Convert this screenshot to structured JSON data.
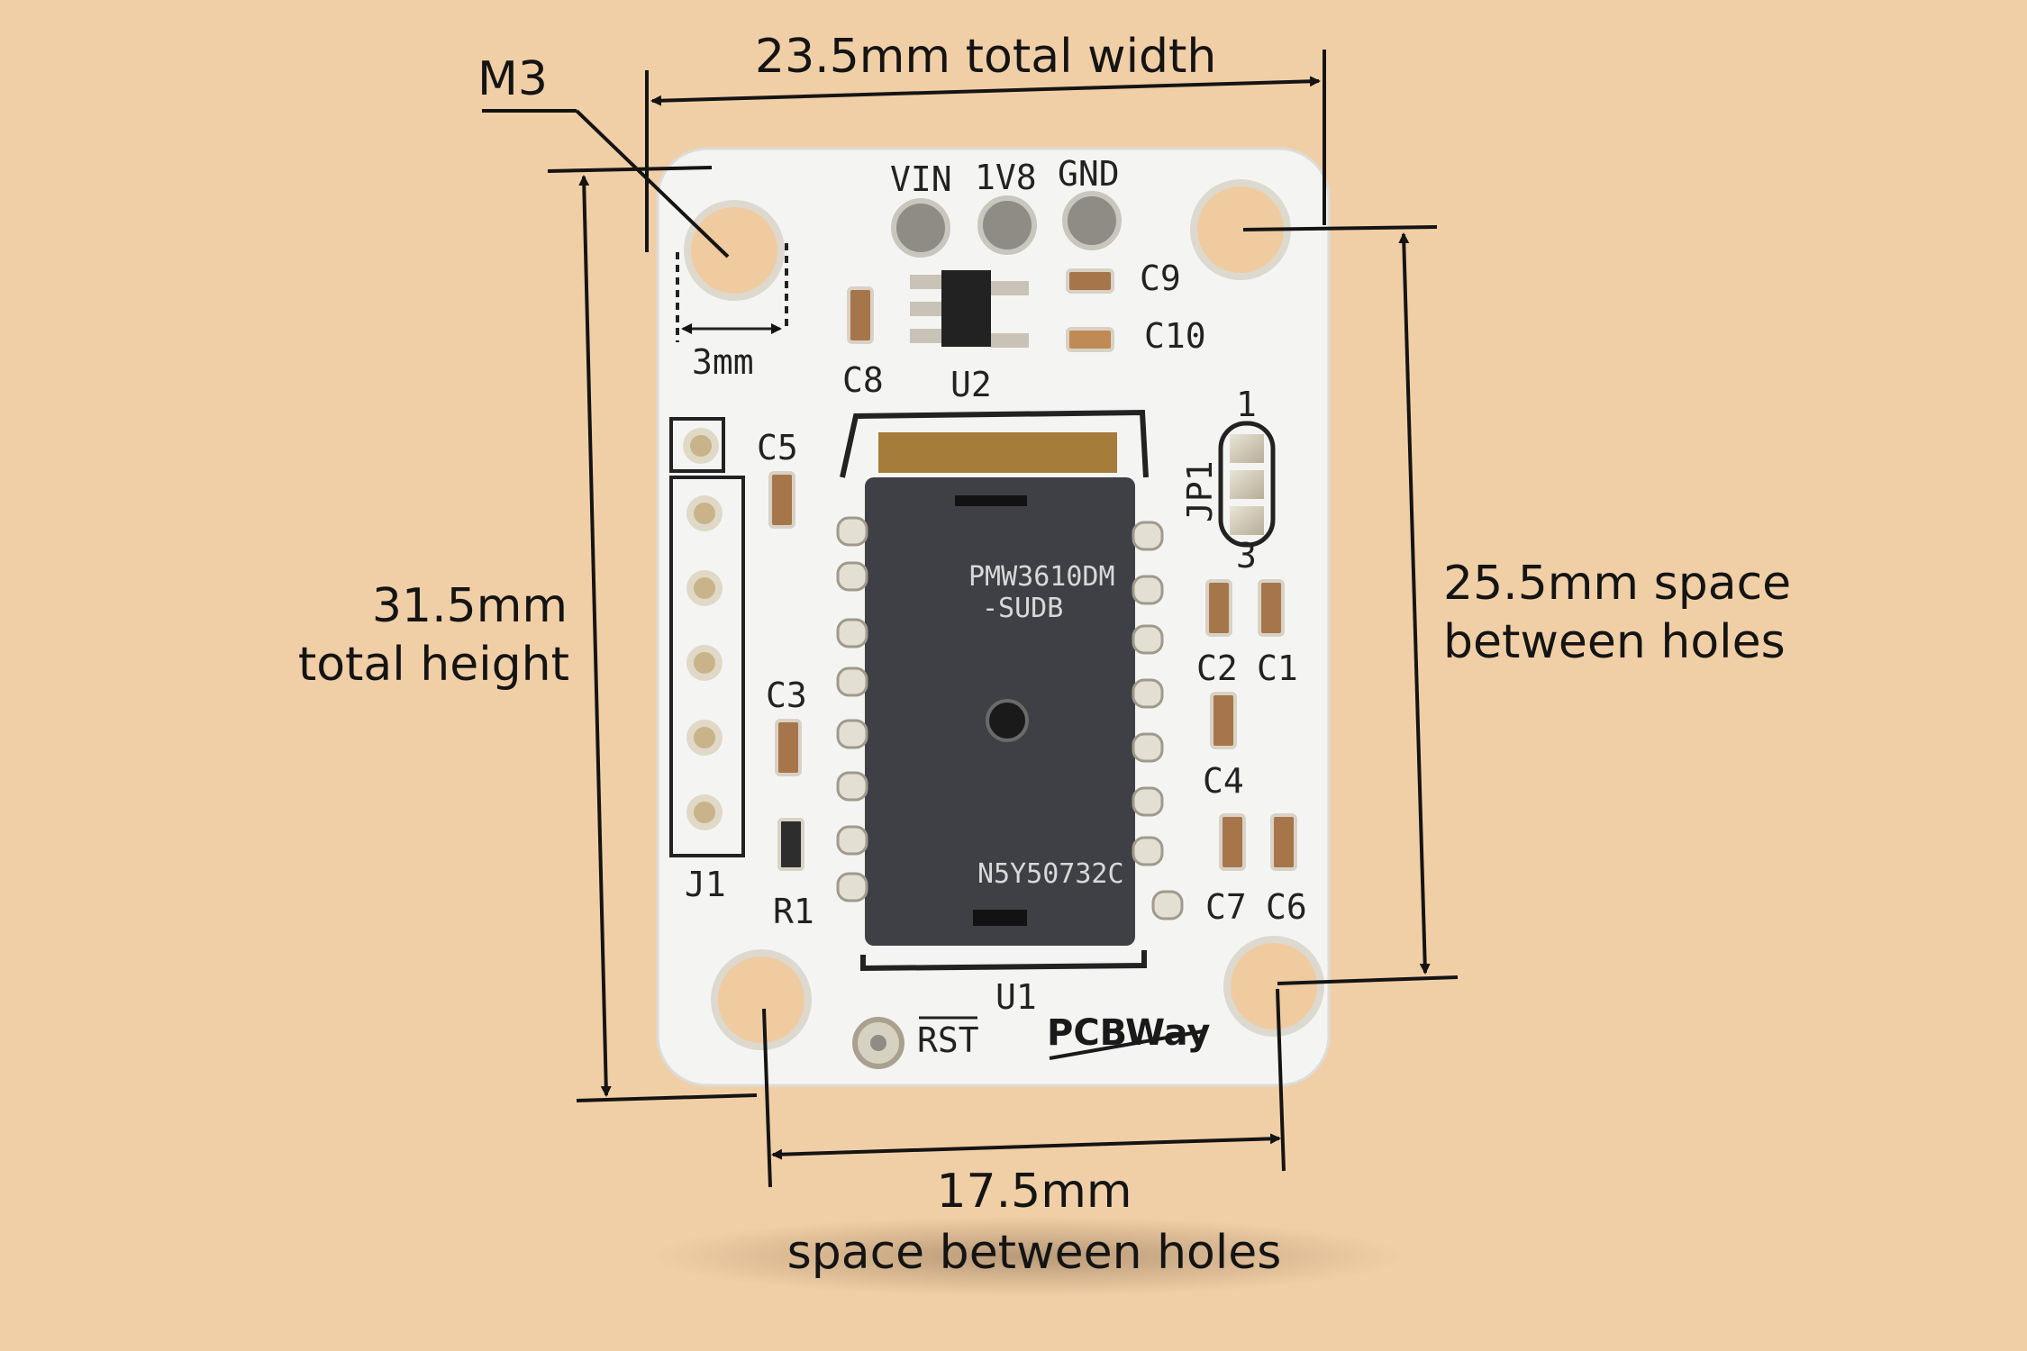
{
  "dimensions": {
    "hole_label": "M3",
    "total_width": "23.5mm total width",
    "hole_diameter": "3mm",
    "total_height_line1": "31.5mm",
    "total_height_line2": "total height",
    "vertical_spacing_line1": "25.5mm space",
    "vertical_spacing_line2": "between holes",
    "horizontal_spacing_line1": "17.5mm",
    "horizontal_spacing_line2": "space between holes"
  },
  "silkscreen": {
    "vin": "VIN",
    "v1v8": "1V8",
    "gnd": "GND",
    "c9": "C9",
    "c10": "C10",
    "c8": "C8",
    "u2": "U2",
    "c5": "C5",
    "jp1": "JP1",
    "jp1_pin1": "1",
    "jp1_pin3": "3",
    "c2": "C2",
    "c1": "C1",
    "c3": "C3",
    "c4": "C4",
    "c7": "C7",
    "c6": "C6",
    "j1": "J1",
    "r1": "R1",
    "u1": "U1",
    "rst": "RST",
    "brand": "PCBWay"
  },
  "chip": {
    "marking_line1": "PMW3610DM",
    "marking_line2": "-SUDB",
    "marking_bottom": "N5Y50732C"
  },
  "colors": {
    "background": "#f1cfa6",
    "pcb": "#f4f5f3",
    "sensor": "#3e4046"
  }
}
